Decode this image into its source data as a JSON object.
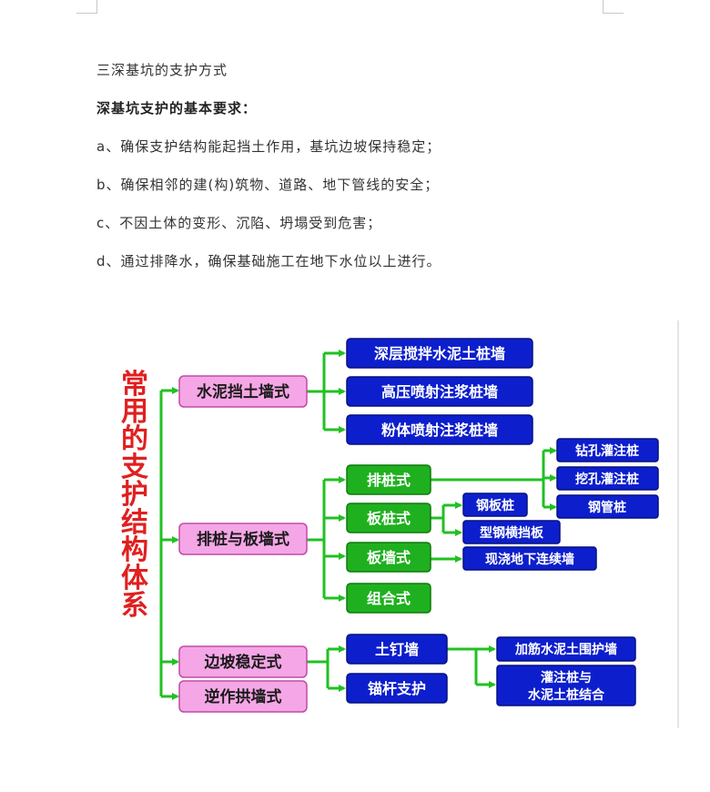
{
  "text": {
    "heading": "三深基坑的支护方式",
    "subheading": "深基坑支护的基本要求：",
    "items": [
      "a、确保支护结构能起挡土作用，基坑边坡保持稳定；",
      "b、确保相邻的建(构)筑物、道路、地下管线的安全；",
      "c、不因土体的变形、沉陷、坍塌受到危害；",
      "d、通过排降水，确保基础施工在地下水位以上进行。"
    ]
  },
  "diagram": {
    "title_chars": [
      "常",
      "用",
      "的",
      "支",
      "护",
      "结",
      "构",
      "体",
      "系"
    ],
    "categories": [
      "水泥挡土墙式",
      "排桩与板墙式",
      "边坡稳定式",
      "逆作拱墙式"
    ],
    "cement_types": [
      "深层搅拌水泥土桩墙",
      "高压喷射注浆桩墙",
      "粉体喷射注浆桩墙"
    ],
    "pile_types": [
      "排桩式",
      "板桩式",
      "板墙式",
      "组合式"
    ],
    "row_pile_types": [
      "钻孔灌注桩",
      "挖孔灌注桩",
      "钢管桩"
    ],
    "sheet_pile_types": [
      "钢板桩",
      "型钢横挡板"
    ],
    "wall_type": "现浇地下连续墙",
    "slope_types": [
      "土钉墙",
      "锚杆支护"
    ],
    "nail_types": [
      "加筋水泥土围护墙",
      "灌注桩与",
      "水泥土桩结合"
    ]
  },
  "colors": {
    "title": "#e02020",
    "pink_fill": "#f5a6e6",
    "pink_border": "#c04aa8",
    "green_fill": "#1fb01f",
    "blue_fill": "#0d1fcc",
    "arrow": "#22c022"
  }
}
